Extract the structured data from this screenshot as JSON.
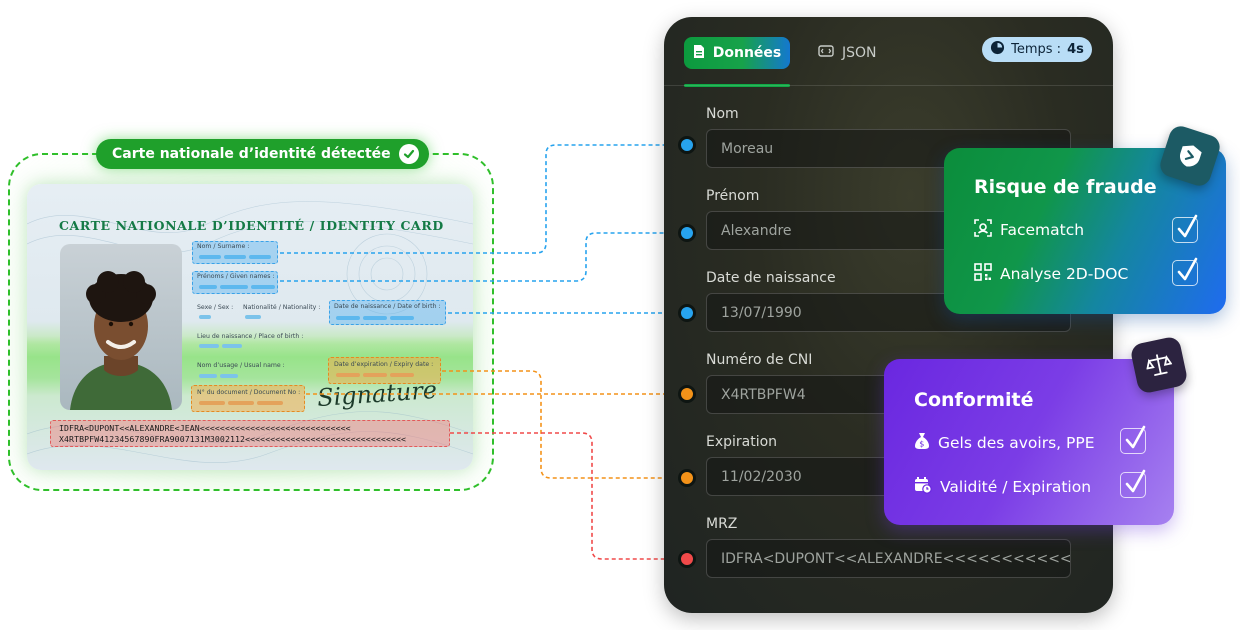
{
  "detection": {
    "badge": "Carte nationale d’identité détectée",
    "card_title": "CARTE NATIONALE D’IDENTITÉ / IDENTITY CARD",
    "labels": {
      "surname": "Nom / Surname :",
      "given_names": "Prénoms / Given names :",
      "sex": "Sexe / Sex :",
      "nationality": "Nationalité / Nationality :",
      "birth_date": "Date de naissance / Date of birth :",
      "birth_place": "Lieu de naissance / Place of birth :",
      "usual_name": "Nom d’usage / Usual name :",
      "expiry_date": "Date d’expiration / Expiry date :",
      "doc_number": "N° du document / Document No :"
    },
    "signature": "Signature",
    "mrz": [
      "IDFRA<DUPONT<<ALEXANDRE<JEAN<<<<<<<<<<<<<<<<<<<<<<<<<<<<<<",
      "X4RTBPFW41234567890FRA9007131M3002112<<<<<<<<<<<<<<<<<<<<<<<<<<<<<<<<"
    ]
  },
  "panel": {
    "tabs": [
      {
        "label": "Données",
        "icon": "document-icon",
        "active": true
      },
      {
        "label": "JSON",
        "icon": "code-icon",
        "active": false
      }
    ],
    "timer": {
      "label": "Temps :",
      "value": "4s"
    },
    "fields": [
      {
        "label": "Nom",
        "value": "Moreau",
        "marker": "blue"
      },
      {
        "label": "Prénom",
        "value": "Alexandre",
        "marker": "blue"
      },
      {
        "label": "Date de naissance",
        "value": "13/07/1990",
        "marker": "blue"
      },
      {
        "label": "Numéro de CNI",
        "value": "X4RTBPFW4",
        "marker": "orange"
      },
      {
        "label": "Expiration",
        "value": "11/02/2030",
        "marker": "orange"
      },
      {
        "label": "MRZ",
        "value": "IDFRA<DUPONT<<ALEXANDRE<<<<<<<<<<<<<<<<<<<",
        "marker": "red"
      }
    ]
  },
  "fraud": {
    "title": "Risque de fraude",
    "items": [
      {
        "label": "Facematch",
        "icon": "face-scan-icon",
        "checked": true
      },
      {
        "label": "Analyse 2D-DOC",
        "icon": "qr-code-icon",
        "checked": true
      }
    ],
    "badge_icon": "shield-icon"
  },
  "conformity": {
    "title": "Conformité",
    "items": [
      {
        "label": "Gels des avoirs, PPE",
        "icon": "money-bag-icon",
        "checked": true
      },
      {
        "label": "Validité / Expiration",
        "icon": "calendar-clock-icon",
        "checked": true
      }
    ],
    "badge_icon": "scales-icon"
  },
  "colors": {
    "detected_green": "#1fa02b",
    "marker_blue": "#27a3ee",
    "marker_orange": "#f39219",
    "marker_red": "#f04a4a",
    "fraud_gradient_start": "#0b8d3b",
    "fraud_gradient_end": "#1f6bf0",
    "conformity_purple": "#6a27e0",
    "timer_bg": "#b9ddf6"
  }
}
